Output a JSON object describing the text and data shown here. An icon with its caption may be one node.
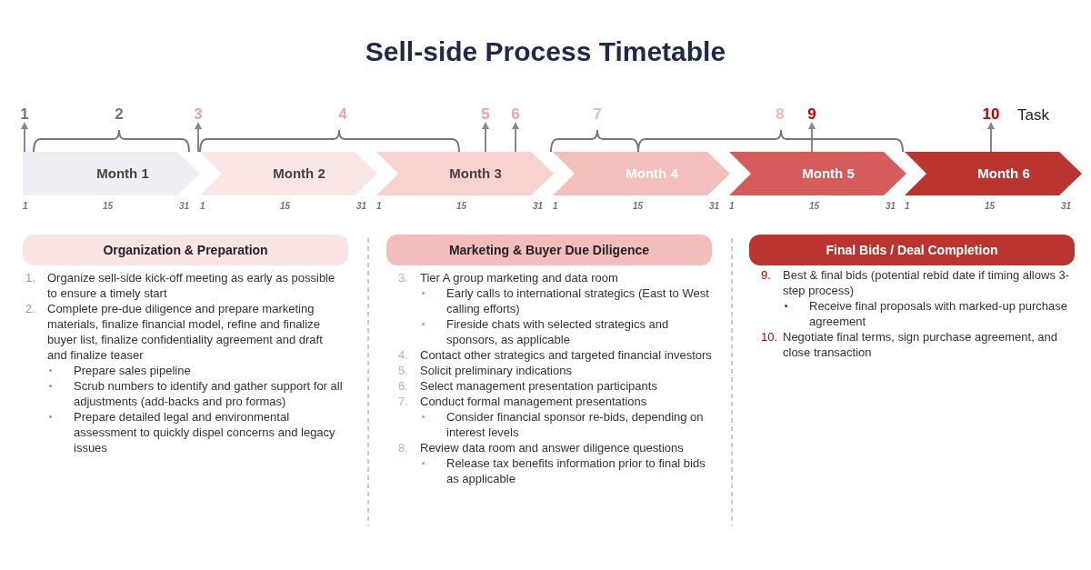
{
  "diagram": {
    "title": "Sell-side Process Timetable",
    "nodes": [
      {
        "text": [
          "1"
        ]
      },
      {
        "text": [
          "3"
        ]
      },
      {
        "text": [
          "5"
        ]
      },
      {
        "text": [
          "6"
        ]
      },
      {
        "text": [
          "9"
        ]
      },
      {
        "text": [
          "10"
        ]
      },
      {
        "text": [
          "Month 1"
        ],
        "beside": [
          "1",
          "15",
          "31"
        ]
      },
      {
        "text": [
          "Month 2"
        ],
        "beside": [
          "1",
          "15",
          "31"
        ]
      },
      {
        "text": [
          "Month 3"
        ],
        "beside": [
          "1",
          "15",
          "31"
        ]
      },
      {
        "text": [
          "Month 4"
        ],
        "beside": [
          "1",
          "15",
          "31"
        ]
      },
      {
        "text": [
          "Month 5"
        ],
        "beside": [
          "1",
          "15",
          "31"
        ]
      },
      {
        "text": [
          "Month 6"
        ],
        "beside": [
          "1",
          "15",
          "31"
        ]
      },
      {
        "text": [
          "Organization & Preparation"
        ]
      },
      {
        "text": [
          "Marketing & Buyer Due Diligence"
        ]
      },
      {
        "text": [
          "Final Bids / Deal Completion"
        ]
      }
    ],
    "edges": [
      {
        "from": 6,
        "to": 0,
        "arrow": "to"
      },
      {
        "from": 7,
        "to": 1,
        "arrow": "to"
      },
      {
        "from": 8,
        "to": 2,
        "arrow": "to"
      },
      {
        "from": 8,
        "to": 3,
        "arrow": "to"
      },
      {
        "from": 10,
        "to": 4,
        "arrow": "to"
      },
      {
        "from": 11,
        "to": 5,
        "arrow": "to"
      }
    ],
    "labels": [
      "2",
      "4",
      "7",
      "8",
      "Task",
      "1.",
      "Organize sell-side kick-off meeting as early as possible to ensure a timely start",
      "2.",
      "Complete pre-due diligence and prepare marketing materials, finalize financial model, refine and finalize buyer list, finalize confidentiality agreement and draft and finalize teaser",
      "Prepare sales pipeline",
      "Scrub numbers to identify and gather support for all adjustments (add-backs and pro formas)",
      "Prepare detailed legal and environmental assessment to quickly dispel concerns and legacy issues",
      "3.",
      "Tier A group marketing and data room",
      "Early calls to international strategics (East to West calling efforts)",
      "Fireside chats with selected strategics and sponsors, as applicable",
      "4.",
      "Contact other strategics and targeted financial investors",
      "5.",
      "Solicit preliminary indications",
      "6.",
      "Select management presentation participants",
      "7.",
      "Conduct formal management presentations",
      "Consider financial sponsor re-bids, depending on interest levels",
      "8.",
      "Review data room and answer diligence questions",
      "Release tax benefits information prior to final bids as applicable",
      "9.",
      "Best & final bids (potential rebid date if timing allows 3-step process)",
      "Receive final proposals with marked-up purchase agreement",
      "10.",
      "Negotiate final terms, sign purchase agreement, and close transaction"
    ]
  }
}
